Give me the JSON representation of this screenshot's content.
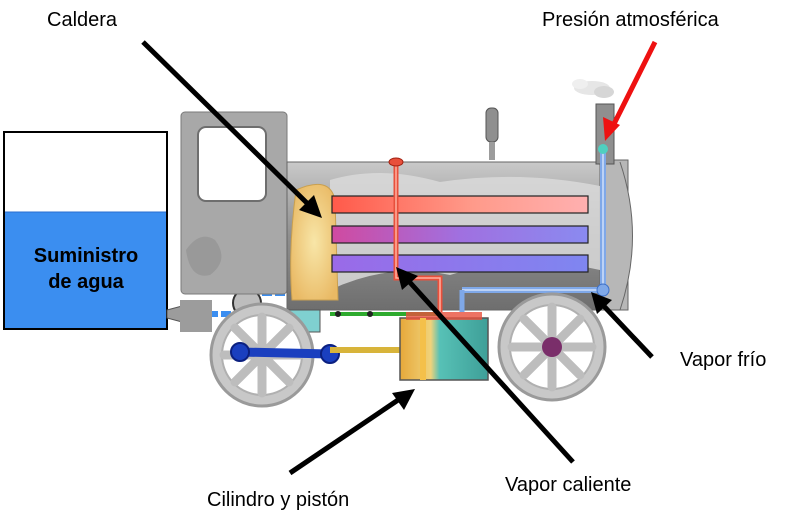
{
  "labels": {
    "caldera": "Caldera",
    "presion": "Presión atmosférica",
    "suministro_line1": "Suministro",
    "suministro_line2": "de agua",
    "vapor_frio": "Vapor frío",
    "vapor_caliente": "Vapor caliente",
    "cilindro": "Cilindro y pistón"
  },
  "colors": {
    "water": "#3b8ef0",
    "boiler_gray": "#9c9c9c",
    "fire": "#f3d78a",
    "hot_steam_pipe": "#e8503c",
    "cold_steam_pipe": "#7fa8e8",
    "pointer_red": "#ee1111",
    "cylinder_teal": "#4fb8b0",
    "rod_blue": "#1a3fbf"
  }
}
